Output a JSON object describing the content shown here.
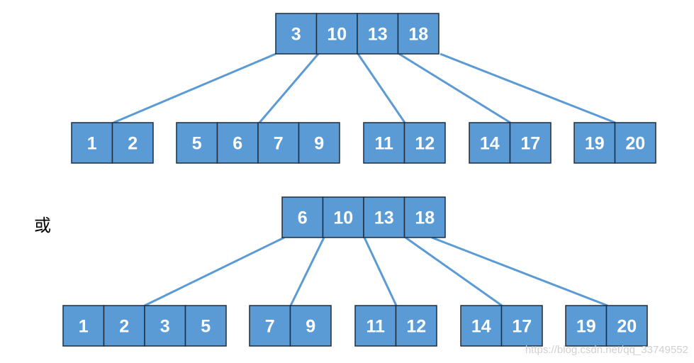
{
  "colors": {
    "cell_fill": "#5b9bd5",
    "cell_border": "#1f2d3d",
    "edge": "#5b9bd5",
    "key_text": "#ffffff"
  },
  "or_label": "或",
  "watermark": "https://blog.csdn.net/qq_33749552",
  "trees": [
    {
      "id": "tree-1",
      "root": {
        "keys": [
          "3",
          "10",
          "13",
          "18"
        ]
      },
      "children": [
        {
          "keys": [
            "1",
            "2"
          ]
        },
        {
          "keys": [
            "5",
            "6",
            "7",
            "9"
          ]
        },
        {
          "keys": [
            "11",
            "12"
          ]
        },
        {
          "keys": [
            "14",
            "17"
          ]
        },
        {
          "keys": [
            "19",
            "20"
          ]
        }
      ]
    },
    {
      "id": "tree-2",
      "root": {
        "keys": [
          "6",
          "10",
          "13",
          "18"
        ]
      },
      "children": [
        {
          "keys": [
            "1",
            "2",
            "3",
            "5"
          ]
        },
        {
          "keys": [
            "7",
            "9"
          ]
        },
        {
          "keys": [
            "11",
            "12"
          ]
        },
        {
          "keys": [
            "14",
            "17"
          ]
        },
        {
          "keys": [
            "19",
            "20"
          ]
        }
      ]
    }
  ]
}
